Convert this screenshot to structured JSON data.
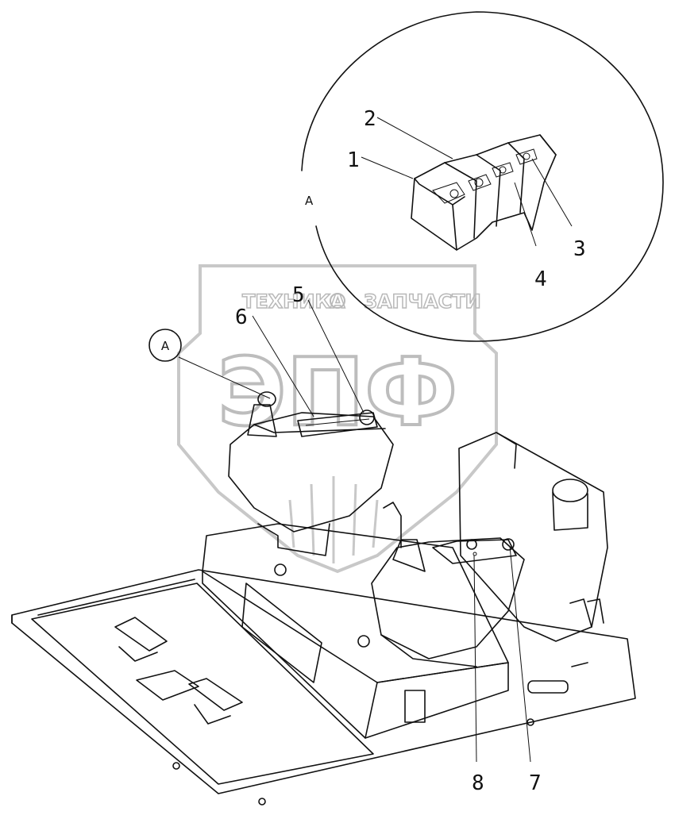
{
  "callouts": [
    {
      "id": "1",
      "label": "1"
    },
    {
      "id": "2",
      "label": "2"
    },
    {
      "id": "3",
      "label": "3"
    },
    {
      "id": "4",
      "label": "4"
    },
    {
      "id": "5",
      "label": "5"
    },
    {
      "id": "6",
      "label": "6"
    },
    {
      "id": "7",
      "label": "7"
    },
    {
      "id": "8",
      "label": "8"
    }
  ],
  "view": {
    "detail_label": "A",
    "marker_label": "A"
  },
  "watermark": {
    "top_left": "ТЕХНИКА",
    "top_right": "ЗАПЧАСТИ",
    "logo": "ЭПФ"
  },
  "colors": {
    "line": "#111111",
    "watermark": "#bdbdbd",
    "background": "#ffffff"
  }
}
